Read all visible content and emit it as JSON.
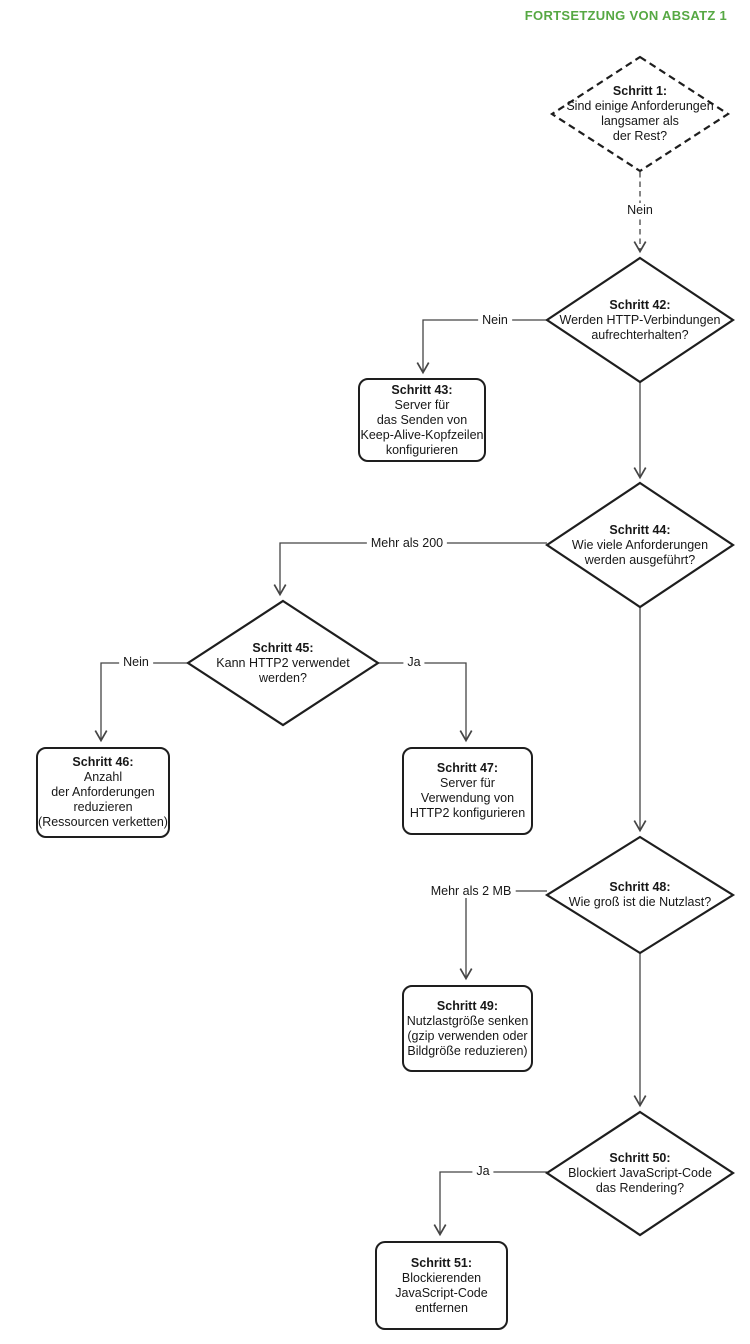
{
  "header": {
    "title": "FORTSETZUNG VON ABSATZ 1",
    "color": "#56A843"
  },
  "diagram": {
    "type": "flowchart",
    "line_color": "#454545",
    "shape_border_color": "#1e1e1e",
    "background": "#ffffff"
  },
  "nodes": [
    {
      "id": "schritt-1",
      "shape": "decision-dashed",
      "title": "Schritt 1:",
      "body": "Sind einige Anforderungen\nlangsamer als\nder Rest?"
    },
    {
      "id": "schritt-42",
      "shape": "decision",
      "title": "Schritt 42:",
      "body": "Werden HTTP-Verbindungen\naufrechterhalten?"
    },
    {
      "id": "schritt-43",
      "shape": "process",
      "title": "Schritt 43:",
      "body": "Server für\ndas Senden von\nKeep-Alive-Kopfzeilen\nkonfigurieren"
    },
    {
      "id": "schritt-44",
      "shape": "decision",
      "title": "Schritt 44:",
      "body": "Wie viele Anforderungen\nwerden ausgeführt?"
    },
    {
      "id": "schritt-45",
      "shape": "decision",
      "title": "Schritt 45:",
      "body": "Kann HTTP2 verwendet\nwerden?"
    },
    {
      "id": "schritt-46",
      "shape": "process",
      "title": "Schritt 46:",
      "body": "Anzahl\nder Anforderungen\nreduzieren\n(Ressourcen verketten)"
    },
    {
      "id": "schritt-47",
      "shape": "process",
      "title": "Schritt 47:",
      "body": "Server für\nVerwendung von\nHTTP2 konfigurieren"
    },
    {
      "id": "schritt-48",
      "shape": "decision",
      "title": "Schritt 48:",
      "body": "Wie groß ist die Nutzlast?"
    },
    {
      "id": "schritt-49",
      "shape": "process",
      "title": "Schritt 49:",
      "body": "Nutzlastgröße senken\n(gzip verwenden oder\nBildgröße reduzieren)"
    },
    {
      "id": "schritt-50",
      "shape": "decision",
      "title": "Schritt 50:",
      "body": "Blockiert JavaScript-Code\ndas Rendering?"
    },
    {
      "id": "schritt-51",
      "shape": "process",
      "title": "Schritt 51:",
      "body": "Blockierenden\nJavaScript-Code\nentfernen"
    }
  ],
  "edges": [
    {
      "from": "schritt-1",
      "to": "schritt-42",
      "label": "Nein",
      "style": "dashed"
    },
    {
      "from": "schritt-42",
      "to": "schritt-43",
      "label": "Nein",
      "style": "solid"
    },
    {
      "from": "schritt-42",
      "to": "schritt-44",
      "label": "",
      "style": "solid"
    },
    {
      "from": "schritt-44",
      "to": "schritt-45",
      "label": "Mehr als 200",
      "style": "solid"
    },
    {
      "from": "schritt-45",
      "to": "schritt-46",
      "label": "Nein",
      "style": "solid"
    },
    {
      "from": "schritt-45",
      "to": "schritt-47",
      "label": "Ja",
      "style": "solid"
    },
    {
      "from": "schritt-44",
      "to": "schritt-48",
      "label": "",
      "style": "solid"
    },
    {
      "from": "schritt-48",
      "to": "schritt-49",
      "label": "Mehr als 2 MB",
      "style": "solid"
    },
    {
      "from": "schritt-48",
      "to": "schritt-50",
      "label": "",
      "style": "solid"
    },
    {
      "from": "schritt-50",
      "to": "schritt-51",
      "label": "Ja",
      "style": "solid"
    }
  ]
}
